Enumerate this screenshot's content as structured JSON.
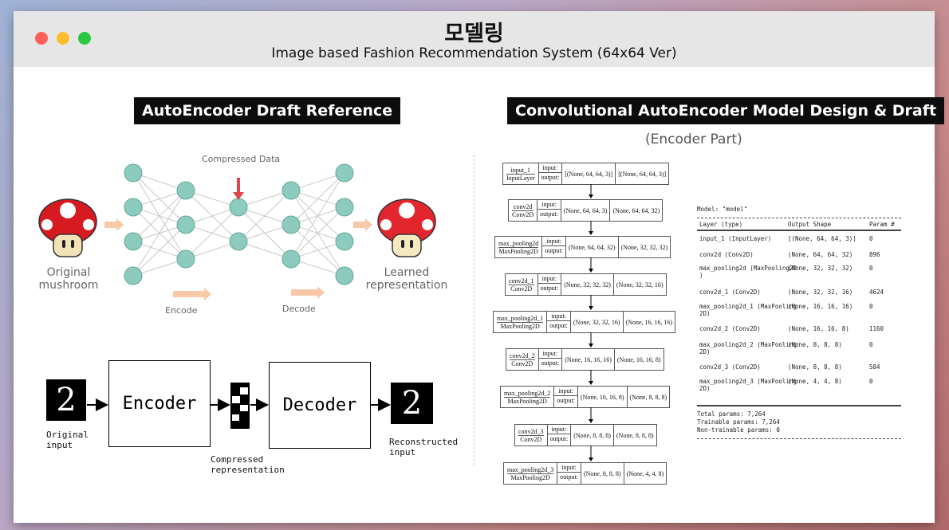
{
  "window": {
    "title": "모델링",
    "subtitle": "Image based Fashion Recommendation System (64x64 Ver)"
  },
  "left": {
    "section_title": "AutoEncoder Draft Reference",
    "compressed_data": "Compressed Data",
    "original_mushroom": "Original\nmushroom",
    "learned_representation": "Learned\nrepresentation",
    "encode": "Encode",
    "decode": "Decode",
    "encoder_box": "Encoder",
    "decoder_box": "Decoder",
    "original_input": "Original\ninput",
    "compressed_representation": "Compressed\nrepresentation",
    "reconstructed_input": "Reconstructed\ninput",
    "digit": "2"
  },
  "right": {
    "section_title": "Convolutional AutoEncoder Model Design & Draft",
    "encoder_part": "(Encoder Part)",
    "io_input": "input:",
    "io_output": "output:",
    "graph": [
      {
        "name": "input_1",
        "type": "InputLayer",
        "in": "[(None, 64, 64, 3)]",
        "out": "[(None, 64, 64, 3)]"
      },
      {
        "name": "conv2d",
        "type": "Conv2D",
        "in": "(None, 64, 64, 3)",
        "out": "(None, 64, 64, 32)"
      },
      {
        "name": "max_pooling2d",
        "type": "MaxPooling2D",
        "in": "(None, 64, 64, 32)",
        "out": "(None, 32, 32, 32)"
      },
      {
        "name": "conv2d_1",
        "type": "Conv2D",
        "in": "(None, 32, 32, 32)",
        "out": "(None, 32, 32, 16)"
      },
      {
        "name": "max_pooling2d_1",
        "type": "MaxPooling2D",
        "in": "(None, 32, 32, 16)",
        "out": "(None, 16, 16, 16)"
      },
      {
        "name": "conv2d_2",
        "type": "Conv2D",
        "in": "(None, 16, 16, 16)",
        "out": "(None, 16, 16, 8)"
      },
      {
        "name": "max_pooling2d_2",
        "type": "MaxPooling2D",
        "in": "(None, 16, 16, 8)",
        "out": "(None, 8, 8, 8)"
      },
      {
        "name": "conv2d_3",
        "type": "Conv2D",
        "in": "(None, 8, 8, 8)",
        "out": "(None, 8, 8, 8)"
      },
      {
        "name": "max_pooling2d_3",
        "type": "MaxPooling2D",
        "in": "(None, 8, 8, 8)",
        "out": "(None, 4, 4, 8)"
      }
    ],
    "summary": {
      "model_line": "Model: \"model\"",
      "headers": [
        "Layer (type)",
        "Output Shape",
        "Param #"
      ],
      "rows": [
        {
          "layer": "input_1 (InputLayer)",
          "shape": "[(None, 64, 64, 3)]",
          "param": "0"
        },
        {
          "layer": "conv2d (Conv2D)",
          "shape": "(None, 64, 64, 32)",
          "param": "896"
        },
        {
          "layer": "max_pooling2d (MaxPooling2D\n)",
          "shape": "(None, 32, 32, 32)",
          "param": "0"
        },
        {
          "layer": "conv2d_1 (Conv2D)",
          "shape": "(None, 32, 32, 16)",
          "param": "4624"
        },
        {
          "layer": "max_pooling2d_1 (MaxPooling\n2D)",
          "shape": "(None, 16, 16, 16)",
          "param": "0"
        },
        {
          "layer": "conv2d_2 (Conv2D)",
          "shape": "(None, 16, 16, 8)",
          "param": "1160"
        },
        {
          "layer": "max_pooling2d_2 (MaxPooling\n2D)",
          "shape": "(None, 8, 8, 8)",
          "param": "0"
        },
        {
          "layer": "conv2d_3 (Conv2D)",
          "shape": "(None, 8, 8, 8)",
          "param": "584"
        },
        {
          "layer": "max_pooling2d_3 (MaxPooling\n2D)",
          "shape": "(None, 4, 4, 8)",
          "param": "0"
        }
      ],
      "total": "Total params: 7,264",
      "trainable": "Trainable params: 7,264",
      "non_trainable": "Non-trainable params: 0"
    }
  },
  "colors": {
    "node": "#8ccbbd",
    "node_stroke": "#5fa898",
    "arrow_peach": "#f7c9a8",
    "red_arrow": "#e0474c"
  }
}
